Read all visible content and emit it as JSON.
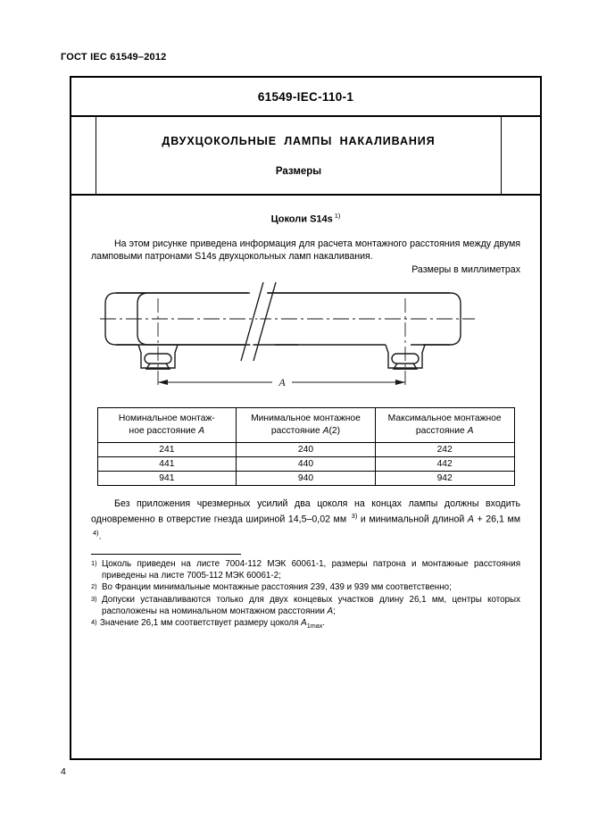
{
  "header": {
    "standard_ref": "ГОСТ IEC 61549–2012"
  },
  "sheet": {
    "code": "61549-IEC-110-1",
    "main_title": "ДВУХЦОКОЛЬНЫЕ ЛАМПЫ НАКАЛИВАНИЯ",
    "sub_title": "Размеры"
  },
  "section": {
    "caption": "Цоколи S14s",
    "caption_footnote_mark": "1)",
    "intro_paragraph": "На этом рисунке приведена информация для расчета монтажного расстояния между двумя ламповыми патронами S14s двухцокольных ламп накаливания.",
    "units_note": "Размеры в миллиметрах"
  },
  "drawing": {
    "dimension_label": "A",
    "description": "lamp-with-two-caps-side-view"
  },
  "table": {
    "headers": [
      {
        "line1": "Номинальное монтаж-",
        "line2": "ное расстояние ",
        "italic": "A",
        "line2_tail": ""
      },
      {
        "line1": "Минимальное монтажное",
        "line2": "расстояние ",
        "italic": "A",
        "line2_tail": "(2)"
      },
      {
        "line1": "Максимальное монтажное",
        "line2": "расстояние ",
        "italic": "A",
        "line2_tail": ""
      }
    ],
    "rows": [
      [
        "241",
        "240",
        "242"
      ],
      [
        "441",
        "440",
        "442"
      ],
      [
        "941",
        "940",
        "942"
      ]
    ]
  },
  "closing": {
    "text_part1": "Без приложения чрезмерных усилий два цоколя на концах лампы должны входить одновременно в отверстие гнезда шириной 14,5–0,02 мм ",
    "mark1": "3)",
    "text_part2": " и минимальной длиной ",
    "italic_A": "A",
    "text_part3": " + 26,1 мм ",
    "mark2": "4)",
    "text_part4": "."
  },
  "footnotes": [
    {
      "mark": "1)",
      "text": "Цоколь приведен на листе 7004-112 МЭК 60061-1, размеры патрона и монтажные  расстояния    приведены на листе 7005-112 МЭК 60061-2;"
    },
    {
      "mark": "2)",
      "text": "Во Франции минимальные монтажные расстояния 239, 439 и 939 мм соответственно;"
    },
    {
      "mark": "3)",
      "text_before": "Допуски устанавливаются только для двух концевых участков длину 26,1 мм, центры которых расположены на номинальном монтажном расстоянии ",
      "italic": "A",
      "text_after": ";"
    },
    {
      "mark": "4)",
      "text_before": "Значение  26,1 мм соответствует размеру цоколя ",
      "italic": "A",
      "subscript": "1max",
      "text_after": "."
    }
  ],
  "page_number": "4"
}
